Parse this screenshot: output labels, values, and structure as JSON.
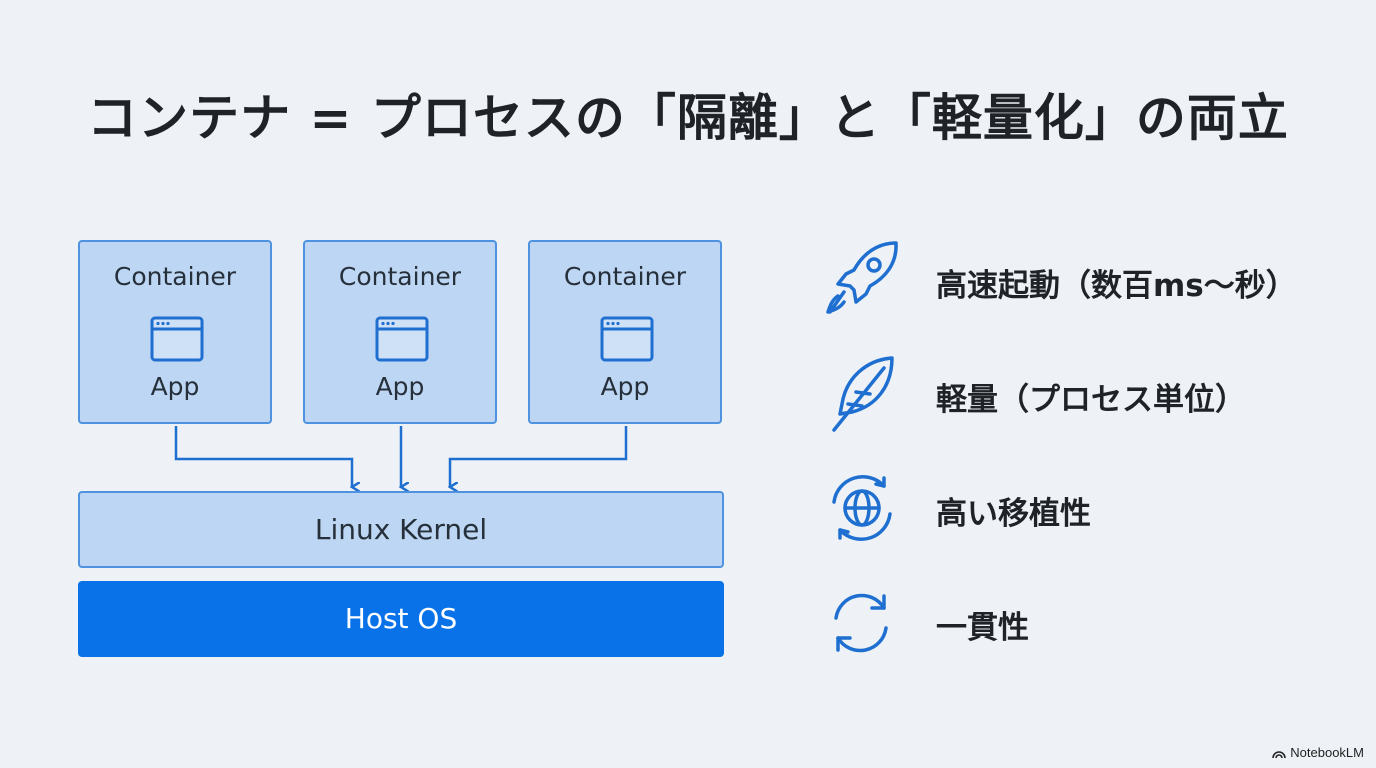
{
  "title": "コンテナ = プロセスの「隔離」と「軽量化」の両立",
  "diagram": {
    "containers": [
      {
        "label": "Container",
        "app": "App"
      },
      {
        "label": "Container",
        "app": "App"
      },
      {
        "label": "Container",
        "app": "App"
      }
    ],
    "kernel": "Linux Kernel",
    "host": "Host OS"
  },
  "features": [
    {
      "icon": "rocket-icon",
      "text": "高速起動（数百ms〜秒）"
    },
    {
      "icon": "feather-icon",
      "text": "軽量（プロセス単位）"
    },
    {
      "icon": "globe-sync-icon",
      "text": "高い移植性"
    },
    {
      "icon": "refresh-icon",
      "text": "一貫性"
    }
  ],
  "watermark": "NotebookLM",
  "colors": {
    "background": "#eef2f7",
    "box_fill": "#bdd6f3",
    "box_border": "#4f93e0",
    "host_fill": "#0a72e8",
    "icon_blue": "#1f6fd1"
  }
}
